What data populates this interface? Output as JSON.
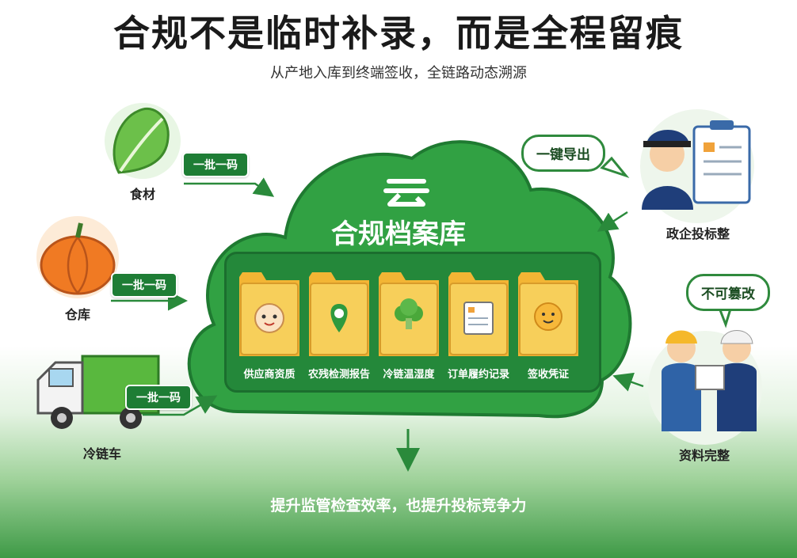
{
  "title": "合规不是临时补录，而是全程留痕",
  "subtitle": "从产地入库到终端签收，全链路动态溯源",
  "center": {
    "title": "合规档案库",
    "logo_text": "云",
    "folders": [
      {
        "label": "供应商资质",
        "icon": "baby-face-icon"
      },
      {
        "label": "农残检测报告",
        "icon": "location-pin-icon"
      },
      {
        "label": "冷链温湿度",
        "icon": "broccoli-icon"
      },
      {
        "label": "订单履约记录",
        "icon": "document-icon"
      },
      {
        "label": "签收凭证",
        "icon": "smiley-sun-icon"
      }
    ]
  },
  "sources": [
    {
      "label": "食材",
      "tag": "一批一码",
      "icon": "lettuce-icon"
    },
    {
      "label": "仓库",
      "tag": "一批一码",
      "icon": "pumpkin-icon"
    },
    {
      "label": "冷链车",
      "tag": "一批一码",
      "icon": "truck-icon"
    }
  ],
  "right": [
    {
      "label": "政企投标整",
      "bubble": "一键导出",
      "icon": "officer-clipboard-icon"
    },
    {
      "label": "资料完整",
      "bubble": "不可篡改",
      "icon": "workers-icon"
    }
  ],
  "bottom": "提升监管检查效率，也提升投标竞争力",
  "colors": {
    "primary_green": "#2e9a3e",
    "dark_green": "#1e7d35",
    "folder_yellow": "#f7cf5a"
  }
}
